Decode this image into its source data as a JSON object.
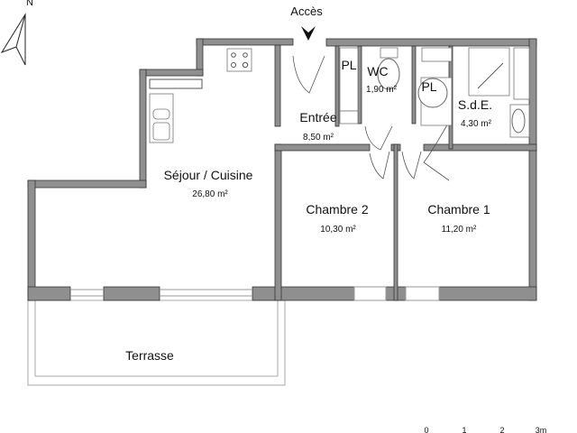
{
  "access": {
    "label": "Accès"
  },
  "compass": {
    "label": "N"
  },
  "rooms": [
    {
      "name": "Séjour / Cuisine",
      "area": "26,80 m²"
    },
    {
      "name": "Entrée",
      "area": "8,50 m²"
    },
    {
      "name": "WC",
      "area": "1,90 m²"
    },
    {
      "name": "S.d.E.",
      "area": "4,30 m²"
    },
    {
      "name": "Chambre 2",
      "area": "10,30 m²"
    },
    {
      "name": "Chambre 1",
      "area": "11,20 m²"
    },
    {
      "name": "Terrasse"
    }
  ],
  "closets": [
    {
      "label": "PL"
    },
    {
      "label": "PL"
    }
  ],
  "scale": {
    "ticks": [
      "0",
      "1",
      "2",
      "3m"
    ]
  },
  "colors": {
    "wall": "#8f8f8f",
    "outline": "#333333"
  }
}
